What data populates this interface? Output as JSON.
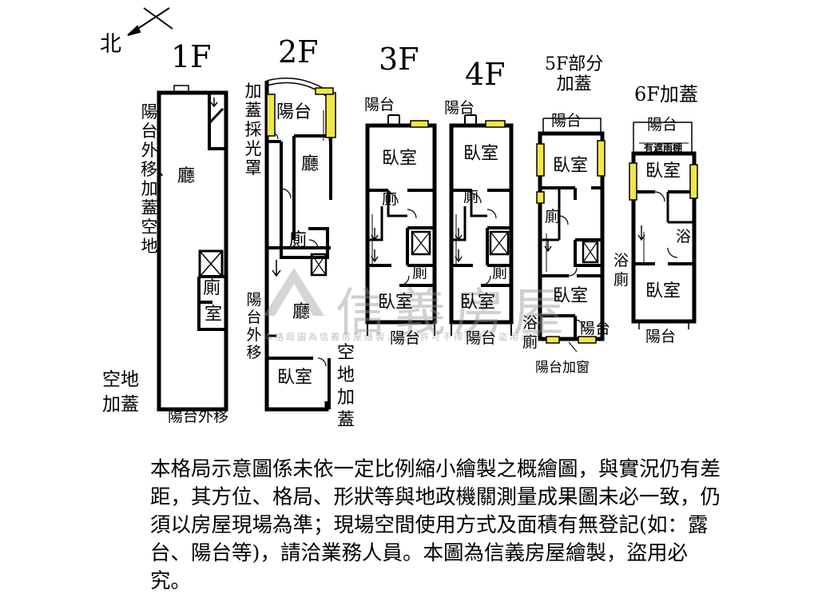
{
  "compass": {
    "north": "北"
  },
  "floors": {
    "f1": {
      "title": "1F",
      "labels": {
        "balcony_note": "陽台外移、加蓋空地",
        "hall": "廳",
        "toilet": "廁",
        "room": "室",
        "yard_extension": "空地\n加蓋",
        "balcony_moved": "陽台外移"
      }
    },
    "f2": {
      "title": "2F",
      "labels": {
        "skylight": "加蓋採光罩",
        "balcony": "陽台",
        "hall_top": "廳",
        "toilet": "廁",
        "hall_bottom": "廳",
        "balcony_moved": "陽台外移",
        "bedroom": "臥室",
        "yard_extension": "空地加蓋"
      }
    },
    "f3": {
      "title": "3F",
      "labels": {
        "balcony_top": "陽台",
        "bedroom_top": "臥室",
        "toilet_left": "廁",
        "toilet_right": "廁",
        "bedroom_bottom": "臥室",
        "balcony_bottom": "陽台"
      }
    },
    "f4": {
      "title": "4F",
      "labels": {
        "balcony_top": "陽台",
        "bedroom_top": "臥室",
        "toilet_left": "廁",
        "toilet_right": "廁",
        "bedroom_bottom": "臥室",
        "balcony_bottom": "陽台"
      }
    },
    "f5": {
      "title": "5F部分\n加蓋",
      "labels": {
        "balcony_top": "陽台",
        "bedroom_top": "臥室",
        "toilet": "廁",
        "bedroom_bottom": "臥室",
        "bath_toilet": "浴\n廁",
        "balcony_bottom": "陽台",
        "balcony_window": "陽台加窗"
      }
    },
    "f6": {
      "title": "6F加蓋",
      "labels": {
        "balcony_top": "陽台",
        "shelter": "有遮雨棚",
        "bedroom_top": "臥室",
        "bath": "浴",
        "bath_toilet": "浴\n廁",
        "bedroom_bottom": "臥室",
        "balcony_bottom": "陽台"
      }
    }
  },
  "watermark": {
    "brand": "信義房屋",
    "notice": "本格局圖為信義房屋繪製，未經許可不得使用，盜用必究"
  },
  "disclaimer": "本格局示意圖係未依一定比例縮小繪製之概繪圖，與實況仍有差距，其方位、格局、形狀等與地政機關測量成果圖未必一致，仍須以房屋現場為準；現場空間使用方式及面積有無登記(如：露台、陽台等)，請洽業務人員。本圖為信義房屋繪製，盜用必究。",
  "colors": {
    "wall": "#000000",
    "window": "#f1e649",
    "watermark": "#9a9a9a"
  }
}
